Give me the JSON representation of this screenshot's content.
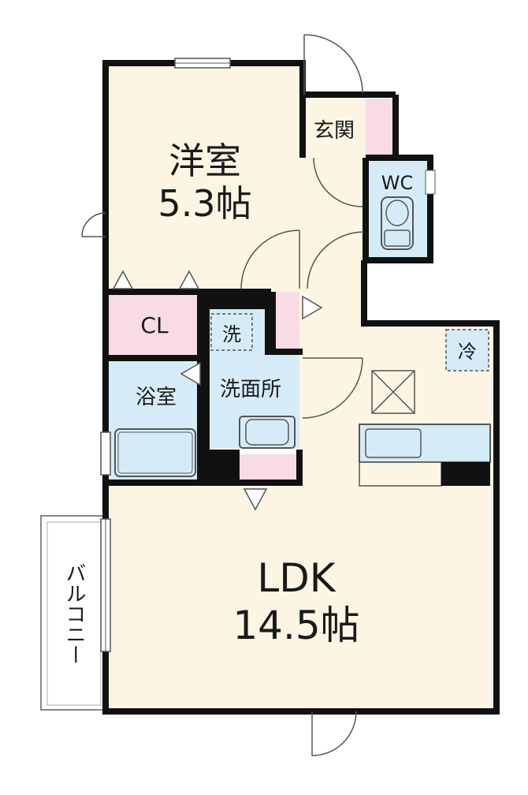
{
  "colors": {
    "wall": "#111111",
    "room": "#fcf5e3",
    "wet": "#d5ecf8",
    "closet": "#f9dbe6",
    "balcony": "#ffffff",
    "line": "#444444"
  },
  "rooms": {
    "western": {
      "name": "洋室",
      "size": "5.3帖"
    },
    "ldk": {
      "name": "LDK",
      "size": "14.5帖"
    },
    "genkan": {
      "name": "玄関"
    },
    "wc": {
      "name": "WC"
    },
    "closet": {
      "name": "CL"
    },
    "bath": {
      "name": "浴室"
    },
    "washroom": {
      "name": "洗面所"
    },
    "washer": {
      "name": "洗"
    },
    "fridge": {
      "name": "冷"
    },
    "balcony": {
      "name": "バルコニー"
    }
  }
}
